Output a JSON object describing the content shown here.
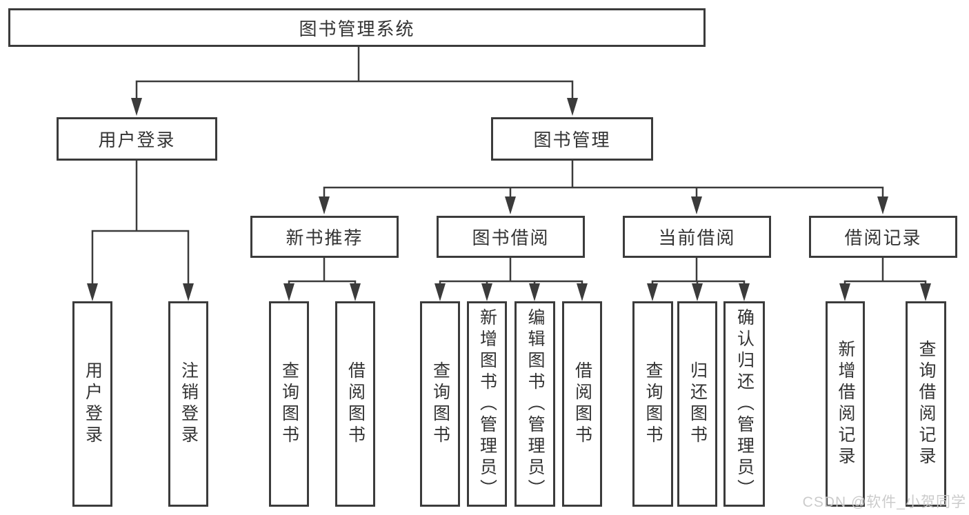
{
  "diagram": {
    "root": {
      "label": "图书管理系统"
    },
    "level2": {
      "user_login": {
        "label": "用户登录"
      },
      "book_mgmt": {
        "label": "图书管理"
      }
    },
    "level3": {
      "new_books": {
        "label": "新书推荐"
      },
      "book_borrow": {
        "label": "图书借阅"
      },
      "current_borrow": {
        "label": "当前借阅"
      },
      "borrow_records": {
        "label": "借阅记录"
      }
    },
    "leaves": {
      "user_login": [
        "用户登录",
        "注销登录"
      ],
      "new_books": [
        "查询图书",
        "借阅图书"
      ],
      "book_borrow": [
        "查询图书",
        "新增图书（管理员）",
        "编辑图书（管理员）",
        "借阅图书"
      ],
      "current_borrow": [
        "查询图书",
        "归还图书",
        "确认归还（管理员）"
      ],
      "borrow_records": [
        "新增借阅记录",
        "查询借阅记录"
      ]
    },
    "watermark": "CSDN @软件_小贺同学",
    "colors": {
      "line": "#3b3b3b",
      "text": "#333333",
      "watermark": "#c9c9c9",
      "background": "#ffffff"
    }
  }
}
